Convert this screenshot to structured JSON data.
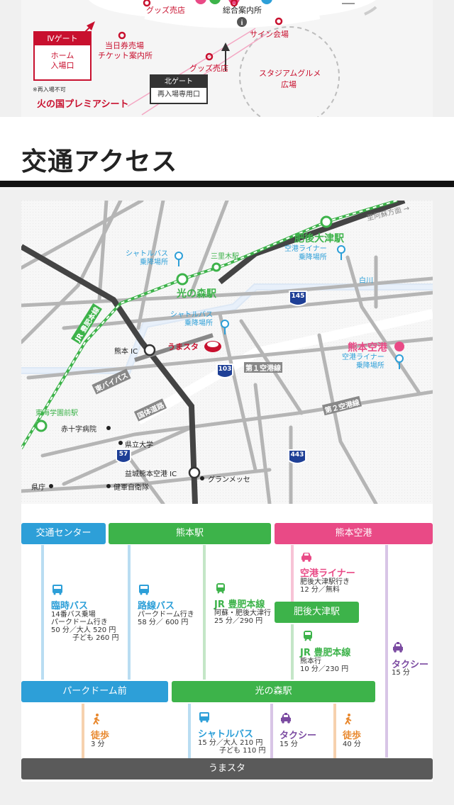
{
  "venue": {
    "goods1": "グッズ売店",
    "info": "総合案内所",
    "sign": "サイン会場",
    "gate4_title": "Ⅳゲート",
    "gate4_l1": "ホーム",
    "gate4_l2": "入場口",
    "ticket_l1": "当日券売場",
    "ticket_l2": "チケット案内所",
    "goods2": "グッズ売店",
    "gourmet_l1": "スタジアムグルメ",
    "gourmet_l2": "広場",
    "north_title": "北ゲート",
    "north_sub": "再入場専用口",
    "note": "※再入場不可",
    "premier": "火の国プレミアシート"
  },
  "heading": "交通アクセス",
  "map": {
    "higo_ozu": "肥後大津駅",
    "to_aso": "至阿蘇方面 →",
    "shuttle1_l1": "シャトルバス",
    "shuttle1_l2": "乗降場所",
    "sanrigi": "三里木駅",
    "airport_liner_l1": "空港ライナー",
    "airport_liner_l2": "乗降場所",
    "shirakawa": "白川",
    "hikarinomori": "光の森駅",
    "r145": "145",
    "shuttle2_l1": "シャトルバス",
    "shuttle2_l2": "乗降場所",
    "kumamoto_ic": "熊本 IC",
    "umasuta": "うまスタ",
    "airport": "熊本空港",
    "airport_liner2_l1": "空港ライナー",
    "airport_liner2_l2": "乗降場所",
    "jr_line": "JR 豊肥本線",
    "higashi_bypass": "東バイパス",
    "r103": "103",
    "kuko1": "第１空港線",
    "kokutai": "国体道路",
    "kuko2": "第２空港線",
    "tokai": "東海学園前駅",
    "red_cross": "赤十字病院",
    "pref_univ": "県立大学",
    "r57": "57",
    "mashiki_ic": "益城熊本空港 IC",
    "grandmesse": "グランメッセ",
    "kencho": "県庁",
    "jsdf": "健軍自衛隊",
    "r443": "443"
  },
  "routes": {
    "h_traffic": "交通センター",
    "h_kumamoto": "熊本駅",
    "h_airport": "熊本空港",
    "rinji_name": "臨時バス",
    "rinji_det": "14番バス乗場\nパークドーム行き\n50 分／大人 520 円\n　　　子ども 260 円",
    "rosen_name": "路線バス",
    "rosen_det": "パークドーム行き\n58 分／ 600 円",
    "jr1_name": "JR 豊肥本線",
    "jr1_det": "阿蘇・肥後大津行\n25 分／290 円",
    "liner_name": "空港ライナー",
    "liner_det": "肥後大津駅行き\n12 分／無料",
    "h_higo": "肥後大津駅",
    "jr2_name": "JR 豊肥本線",
    "jr2_det": "熊本行\n10 分／230 円",
    "taxi1_name": "タクシー",
    "taxi1_det": "15 分",
    "h_parkdome": "パークドーム前",
    "h_hikari": "光の森駅",
    "walk1_name": "徒歩",
    "walk1_det": "3 分",
    "shuttle_name": "シャトルバス",
    "shuttle_det": "15 分／大人 210 円\n　　　子ども 110 円",
    "taxi2_name": "タクシー",
    "taxi2_det": "15 分",
    "walk2_name": "徒歩",
    "walk2_det": "40 分",
    "h_umasuta": "うまスタ"
  },
  "colors": {
    "blue": "#2d9fd8",
    "green": "#3db34a",
    "pink": "#e94a86",
    "purple": "#7b4ba1",
    "orange": "#e8872c",
    "gray": "#5a5a5a",
    "red": "#c8102e"
  }
}
